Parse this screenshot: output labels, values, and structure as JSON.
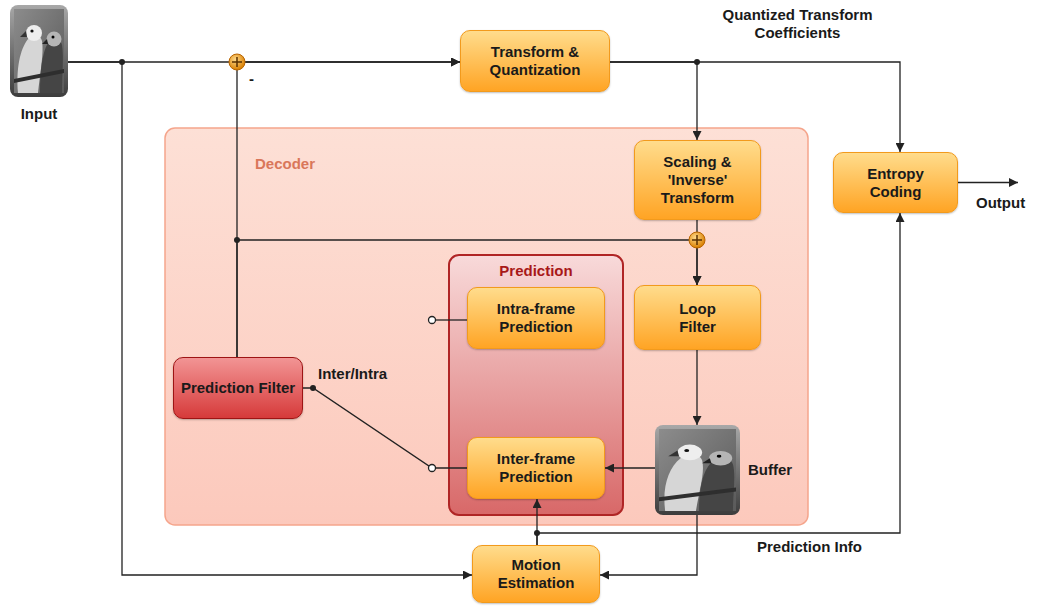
{
  "diagram": {
    "nodes": [
      {
        "text": [
          "Input"
        ]
      },
      {
        "text": [
          "Transform & Quantization"
        ]
      },
      {
        "text": [
          "Decoder"
        ]
      },
      {
        "text": [
          "Scaling & 'Inverse' Transform"
        ],
        "in": 2
      },
      {
        "text": [
          "Entropy Coding"
        ]
      },
      {
        "text": [
          "Prediction"
        ],
        "in": 2
      },
      {
        "text": [
          "Intra-frame Prediction"
        ],
        "in": 5
      },
      {
        "text": [
          "Loop Filter"
        ],
        "in": 2
      },
      {
        "text": [
          "Prediction Filter"
        ],
        "in": 2
      },
      {
        "text": [
          "Inter-frame Prediction"
        ],
        "in": 5
      },
      {
        "text": [
          "Buffer"
        ],
        "in": 2
      },
      {
        "text": [
          "Motion Estimation"
        ]
      }
    ],
    "edges": [
      {
        "from": 0,
        "to": 1,
        "arrow": "to"
      },
      {
        "from": 8,
        "to": 1,
        "arrow": "to"
      },
      {
        "from": 1,
        "to": 3,
        "arrow": "to"
      },
      {
        "from": 1,
        "to": 4,
        "label": "Quantized Transform Coefficients",
        "arrow": "to"
      },
      {
        "from": 3,
        "to": 7,
        "arrow": "to"
      },
      {
        "from": 8,
        "to": 7,
        "arrow": "to"
      },
      {
        "from": 7,
        "to": 10,
        "arrow": "to"
      },
      {
        "from": 10,
        "to": 9,
        "arrow": "to"
      },
      {
        "from": 10,
        "to": 11,
        "arrow": "to"
      },
      {
        "from": 0,
        "to": 11,
        "arrow": "to"
      },
      {
        "from": 11,
        "to": 9,
        "arrow": "to"
      },
      {
        "from": 11,
        "to": 4,
        "label": "Prediction Info",
        "arrow": "to"
      },
      {
        "from": 9,
        "to": 8,
        "arrow": "none"
      }
    ],
    "labels": [
      "-",
      "Inter/Intra",
      "Output"
    ]
  }
}
